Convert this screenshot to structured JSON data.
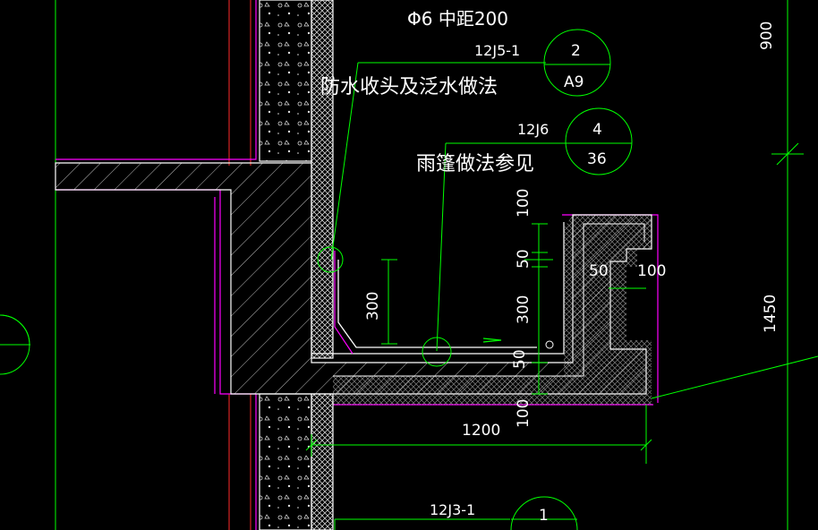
{
  "colors": {
    "background": "#000000",
    "wall_white": "#ffffff",
    "leader_green": "#00ff00",
    "waterproof_magenta": "#ff00ff",
    "axis_red": "#ff2a2a",
    "text_white": "#ffffff"
  },
  "annotations": {
    "rebar": "Φ6 中距200",
    "waterproof_note": "防水收头及泛水做法",
    "canopy_note": "雨篷做法参见"
  },
  "references": [
    {
      "code": "12J5-1",
      "top": "2",
      "bottom": "A9"
    },
    {
      "code": "12J6",
      "top": "4",
      "bottom": "36"
    },
    {
      "code": "12J3-1",
      "top": "1",
      "bottom": ""
    }
  ],
  "dimensions": {
    "right_top": "900",
    "right_mid": "1450",
    "slab_thk_a": "100",
    "upstand_thk": "50",
    "upstand_height": "300",
    "slope_height": "300",
    "gap_50": "50",
    "width_100": "100",
    "bottom_100": "100",
    "canopy_width": "1200",
    "small_50": "50"
  }
}
